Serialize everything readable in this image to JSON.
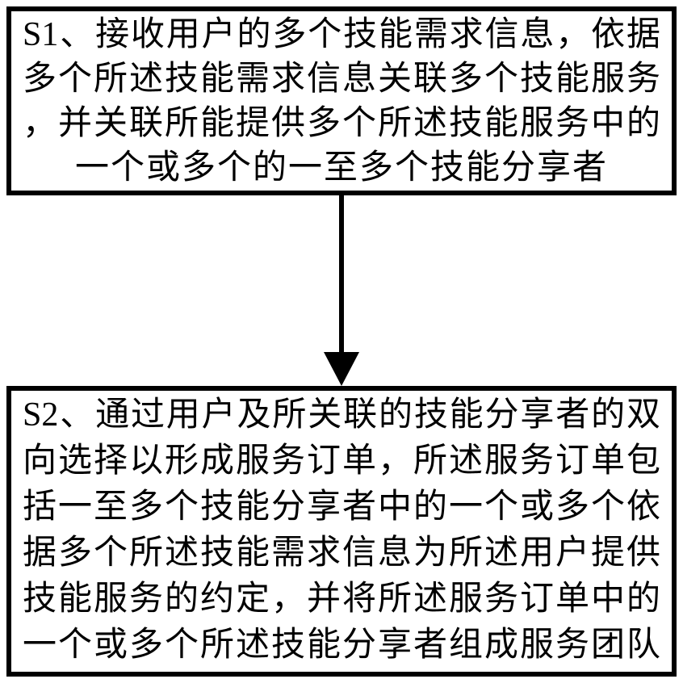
{
  "figure": {
    "type": "flowchart",
    "background_color": "#ffffff",
    "stroke_color": "#000000",
    "steps": [
      {
        "id": "S1",
        "lines": [
          "S1、接收用户的多个技能需求信息，依据",
          "多个所述技能需求信息关联多个技能服务",
          "，并关联所能提供多个所述技能服务中的",
          "一个或多个的一至多个技能分享者"
        ]
      },
      {
        "id": "S2",
        "lines": [
          "S2、通过用户及所关联的技能分享者的双",
          "向选择以形成服务订单，所述服务订单包",
          "括一至多个技能分享者中的一个或多个依",
          "据多个所述技能需求信息为所述用户提供",
          "技能服务的约定，并将所述服务订单中的",
          "一个或多个所述技能分享者组成服务团队"
        ]
      }
    ],
    "connector": {
      "from": "S1",
      "to": "S2",
      "shape": "vertical-arrow-down"
    }
  }
}
